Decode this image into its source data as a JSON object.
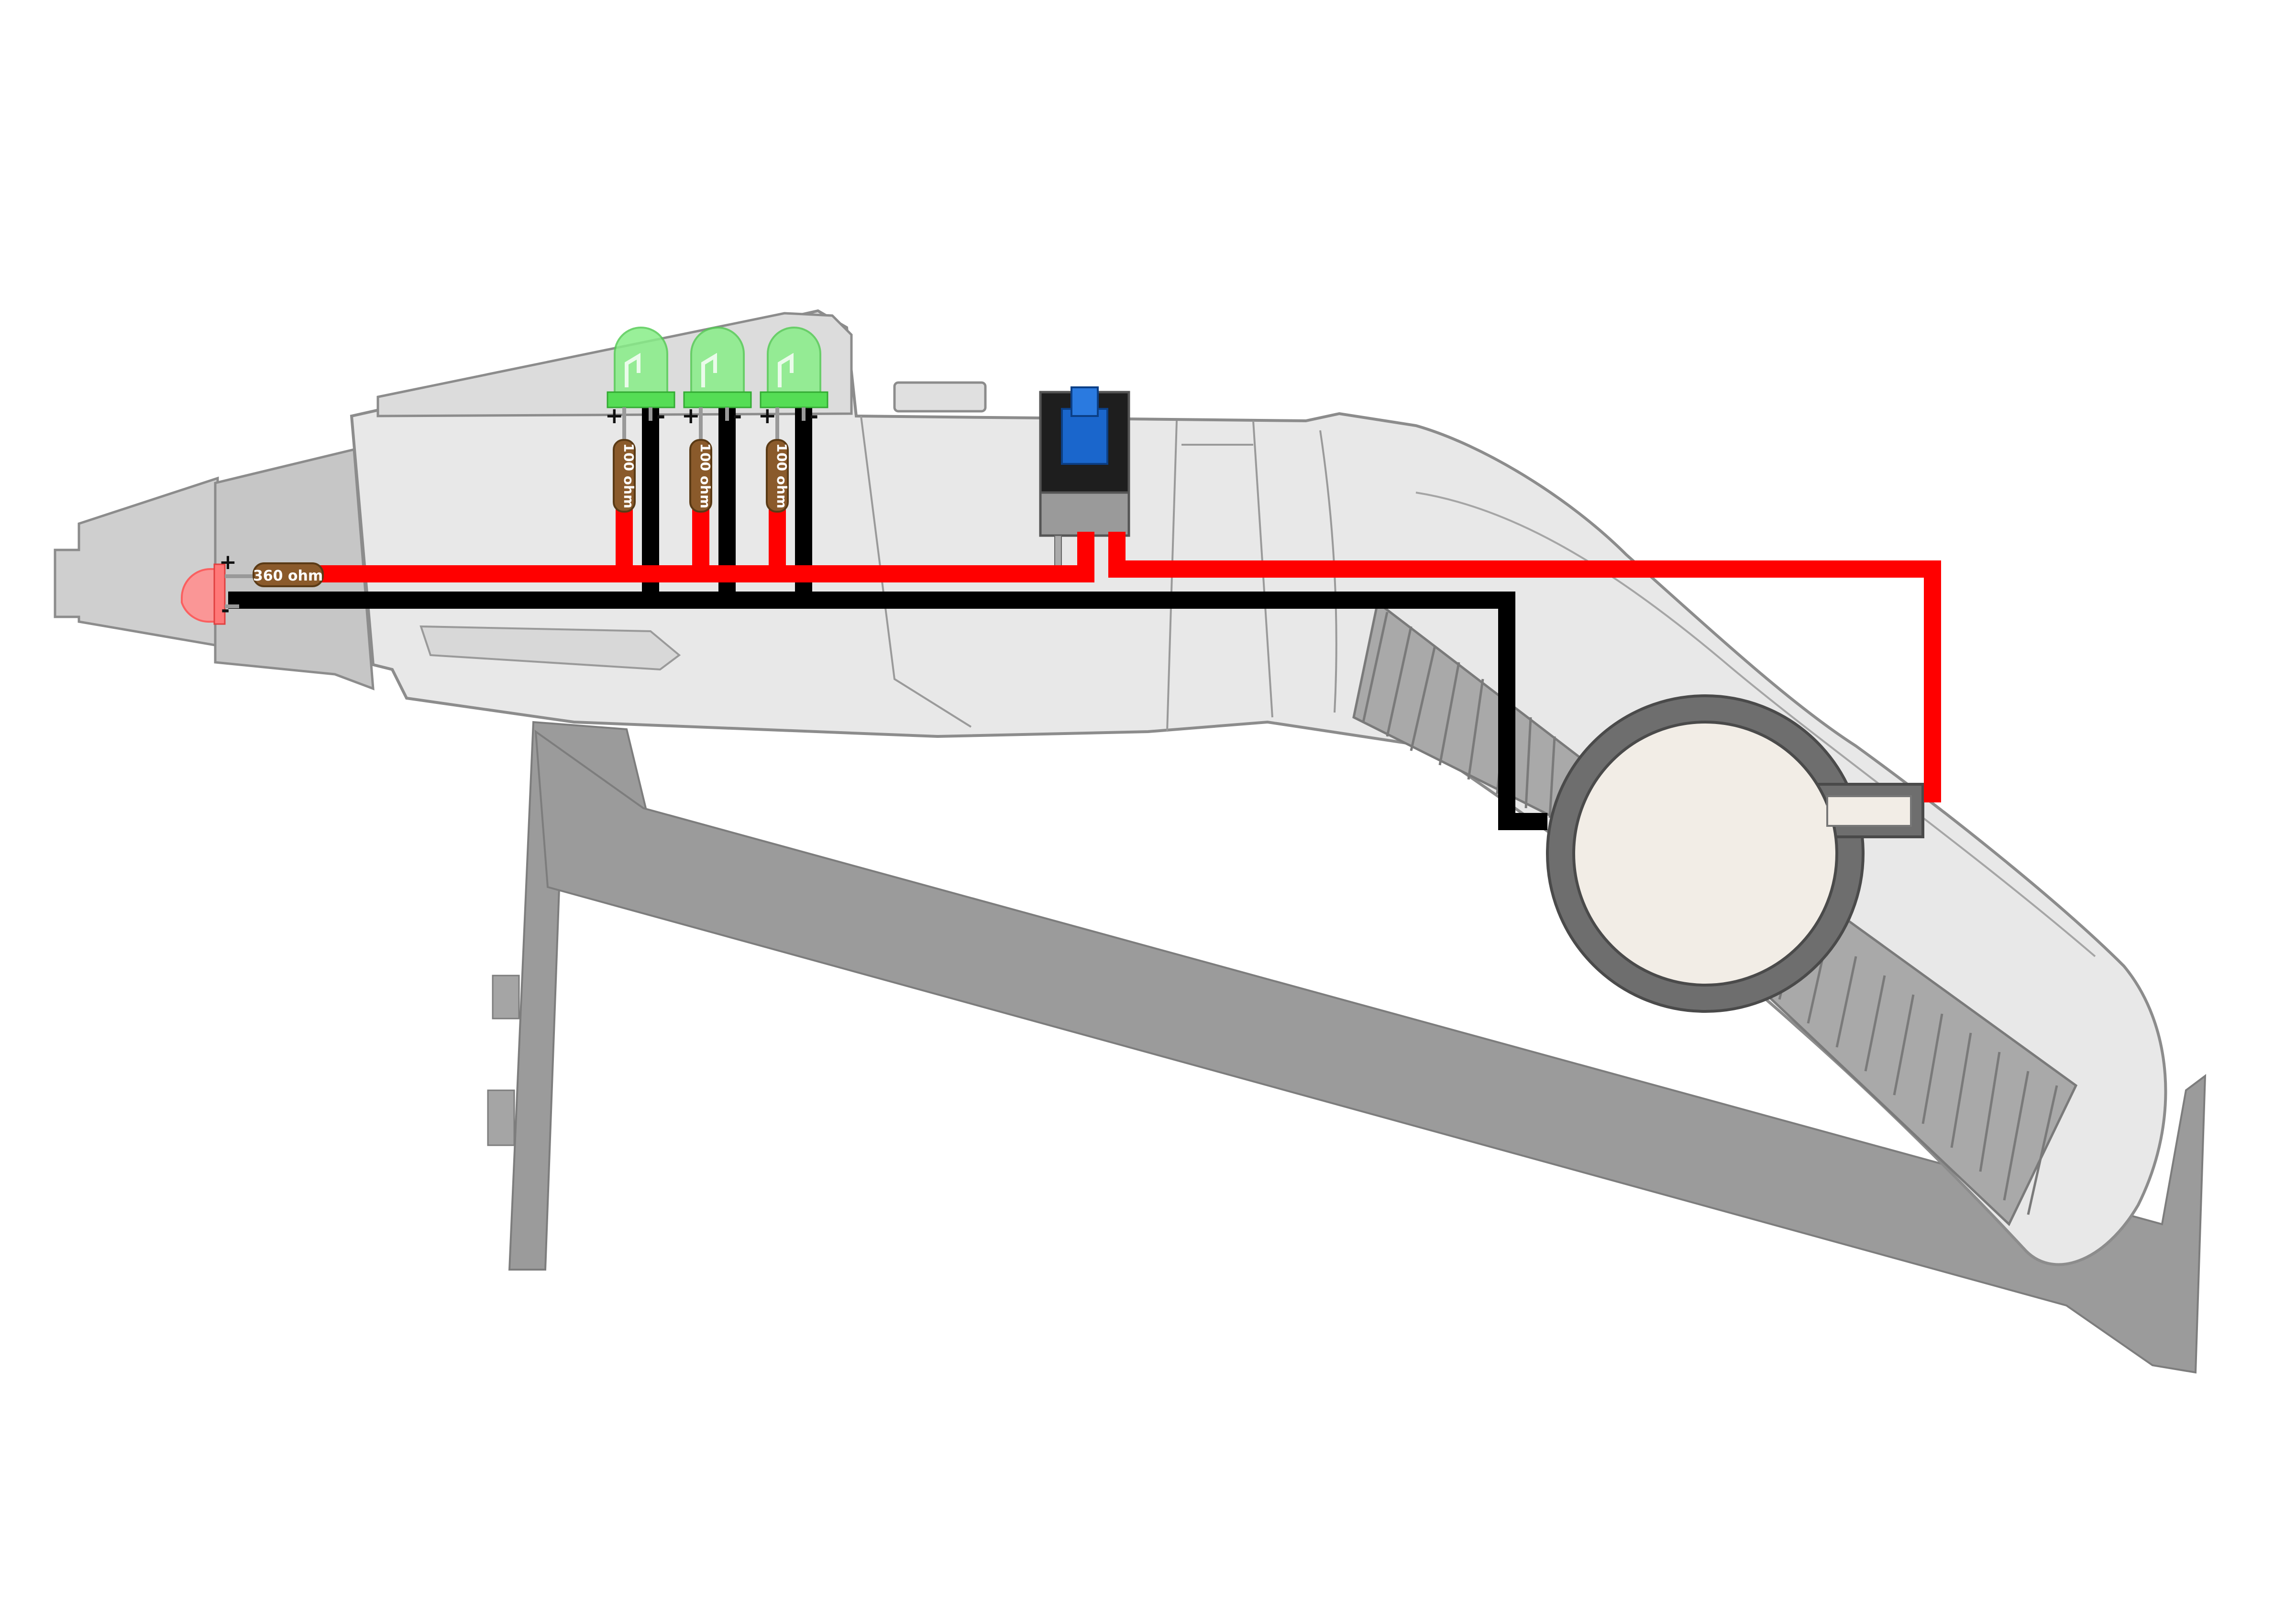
{
  "labels": {
    "red_led_resistor": "360 ohm",
    "green_led_resistor_1": "100 ohm",
    "green_led_resistor_2": "100 ohm",
    "green_led_resistor_3": "100 ohm",
    "plus": "+",
    "minus": "-"
  },
  "colors": {
    "positive_wire": "#ff0000",
    "negative_wire": "#000000",
    "green_led": "#66ee66",
    "red_led": "#ff8888",
    "switch": "#1a66cc",
    "housing": "#e6e6e6",
    "stand": "#9b9b9b",
    "battery": "#f2ede6"
  },
  "icons": {
    "red_led": "red-led-icon",
    "green_led": "green-led-icon",
    "switch": "push-switch-icon",
    "battery": "coin-cell-battery-icon",
    "resistor": "resistor-icon"
  }
}
